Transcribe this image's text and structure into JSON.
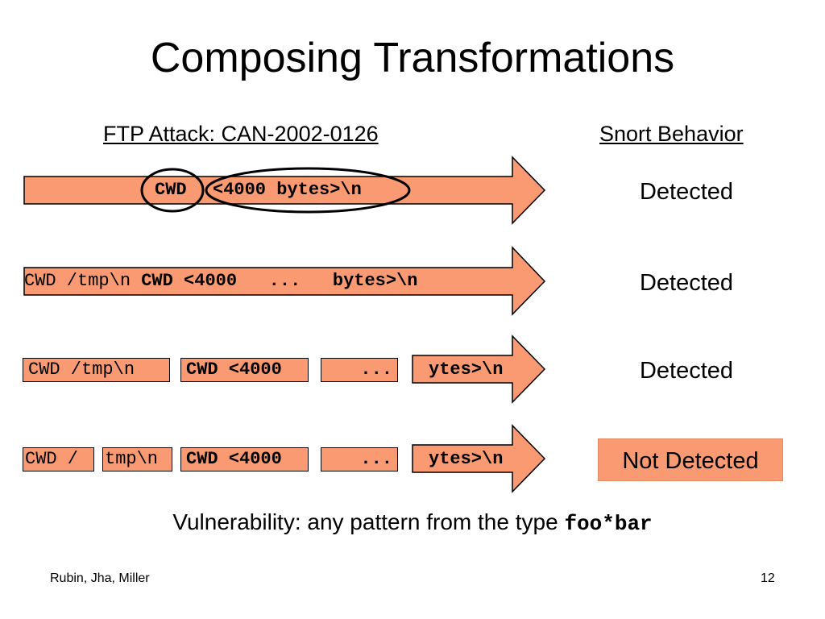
{
  "slide": {
    "title": "Composing Transformations",
    "col_attack": "FTP Attack: CAN-2002-0126",
    "col_behavior": "Snort Behavior",
    "row1": {
      "cmd": "CWD",
      "payload": "<4000 bytes>\\n",
      "behavior": "Detected"
    },
    "row2": {
      "prefix": "CWD /tmp\\n ",
      "bold": "CWD <4000   ...   bytes>\\n",
      "behavior": "Detected"
    },
    "row3": {
      "seg1": "CWD /tmp\\n",
      "seg2": "CWD <4000",
      "seg3": "...",
      "seg4": "ytes>\\n",
      "behavior": "Detected"
    },
    "row4": {
      "seg1": "CWD /",
      "seg2": "tmp\\n",
      "seg3": "CWD <4000",
      "seg4": "...",
      "seg5": "ytes>\\n",
      "behavior": "Not Detected"
    },
    "vulnerability_text": "Vulnerability: any pattern from the type ",
    "vulnerability_pattern": "foo*bar",
    "footer_authors": "Rubin, Jha, Miller",
    "page_number": "12"
  },
  "colors": {
    "arrow_fill": "#fa9a72",
    "highlight_fill": "#fa9a72",
    "outline": "#000000"
  }
}
